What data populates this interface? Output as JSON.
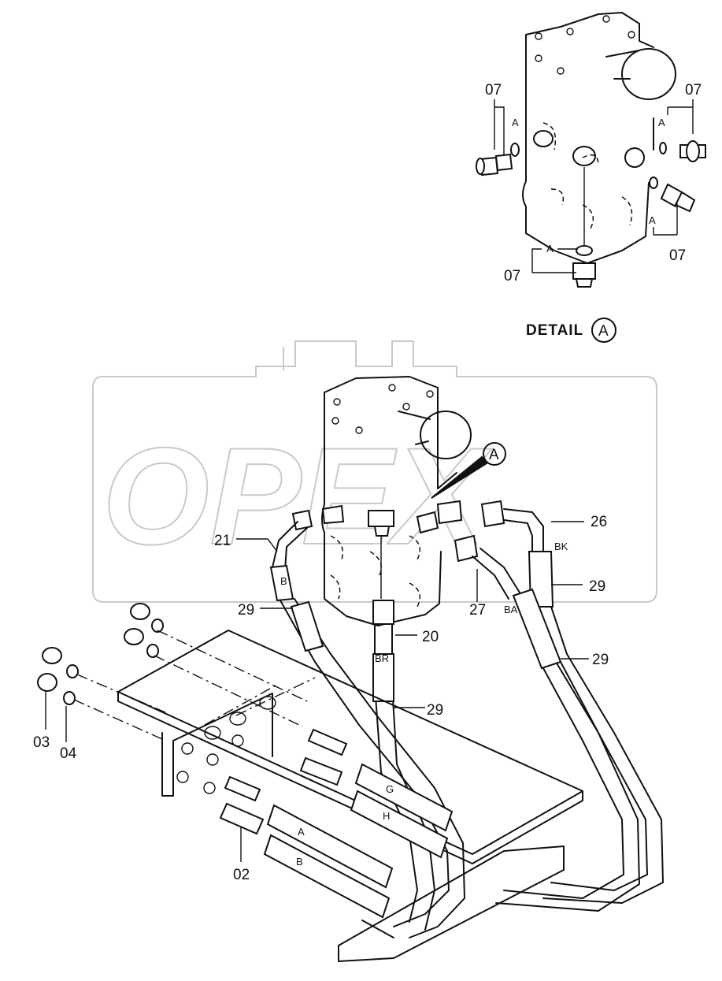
{
  "watermark": "OPEX",
  "detail_title": "DETAIL",
  "detail_letter": "A",
  "callout_letter": "A",
  "part_labels": {
    "p07a": "07",
    "p07b": "07",
    "p07c": "07",
    "p07d": "07",
    "p21": "21",
    "p26": "26",
    "p29a": "29",
    "p29b": "29",
    "p29c": "29",
    "p29d": "29",
    "p27": "27",
    "p20": "20",
    "p03": "03",
    "p04": "04",
    "p02": "02"
  },
  "detail_port_letters": {
    "a1": "A",
    "a2": "A",
    "a3": "A",
    "a4": "A"
  },
  "hose_markers": {
    "b_left": "B",
    "br": "BR",
    "bk": "BK",
    "ba": "BA",
    "g": "G",
    "h": "H",
    "a": "A",
    "b": "B"
  }
}
